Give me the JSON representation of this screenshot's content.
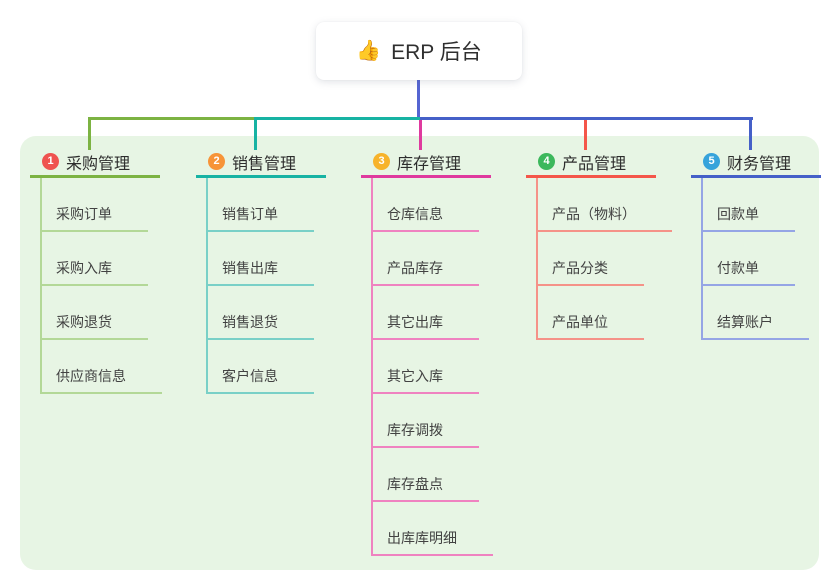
{
  "root": {
    "icon": "👍",
    "icon_name": "thumbs-up-icon",
    "title": "ERP 后台",
    "line_color": "#5565d2"
  },
  "canvas": {
    "panel_bg": "#e7f5e4",
    "background": "#ffffff"
  },
  "branches": [
    {
      "num": "1",
      "label": "采购管理",
      "badge_color": "#ef5350",
      "line_color": "#7cb342",
      "child_line_color": "#b3d897",
      "children": [
        "采购订单",
        "采购入库",
        "采购退货",
        "供应商信息"
      ]
    },
    {
      "num": "2",
      "label": "销售管理",
      "badge_color": "#f79438",
      "line_color": "#17b3a3",
      "child_line_color": "#79d0c7",
      "children": [
        "销售订单",
        "销售出库",
        "销售退货",
        "客户信息"
      ]
    },
    {
      "num": "3",
      "label": "库存管理",
      "badge_color": "#f7b32b",
      "line_color": "#df3a9e",
      "child_line_color": "#ef82c0",
      "children": [
        "仓库信息",
        "产品库存",
        "其它出库",
        "其它入库",
        "库存调拨",
        "库存盘点",
        "出库库明细"
      ]
    },
    {
      "num": "4",
      "label": "产品管理",
      "badge_color": "#3cb85c",
      "line_color": "#f4564a",
      "child_line_color": "#f59288",
      "children": [
        "产品（物料）",
        "产品分类",
        "产品单位"
      ]
    },
    {
      "num": "5",
      "label": "财务管理",
      "badge_color": "#36a3db",
      "line_color": "#4560c8",
      "child_line_color": "#95a5e5",
      "children": [
        "回款单",
        "付款单",
        "结算账户"
      ]
    }
  ]
}
